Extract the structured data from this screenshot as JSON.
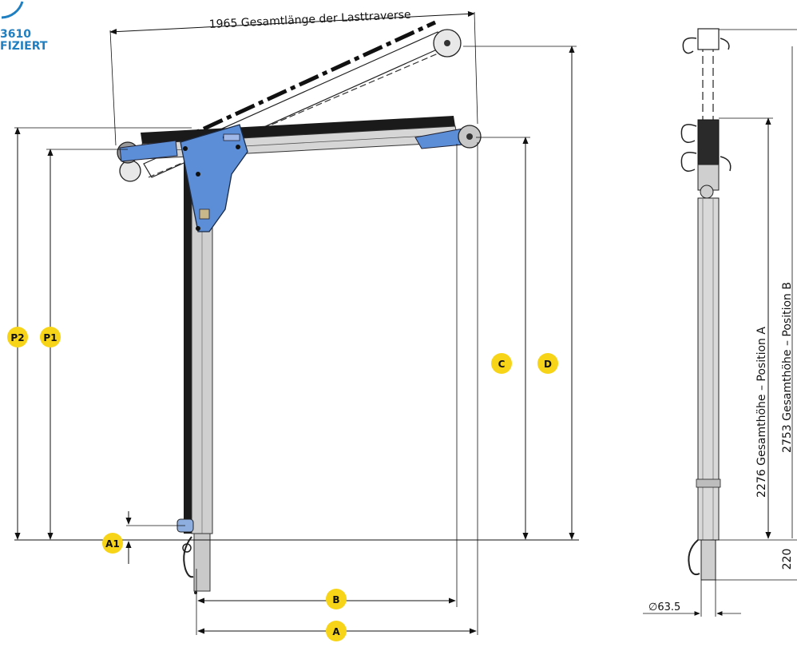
{
  "certification": {
    "line1": "3610",
    "line2": "FIZIERT"
  },
  "dimensions": {
    "beam_length": "1965 Gesamtlänge der Lasttraverse",
    "height_a": "2276 Gesamthöhe – Position A",
    "height_b": "2753 Gesamthöhe – Position B",
    "insert_depth": "220",
    "diameter": "∅63.5"
  },
  "markers": {
    "p2": "P2",
    "p1": "P1",
    "c": "C",
    "d": "D",
    "a1": "A1",
    "b": "B",
    "a": "A"
  },
  "colors": {
    "marker_fill": "#f7d417",
    "plate_blue": "#5b8ed6",
    "logo_blue": "#1f7fc1",
    "dim_line": "#111111",
    "mast_grey": "#c9c9c9"
  }
}
